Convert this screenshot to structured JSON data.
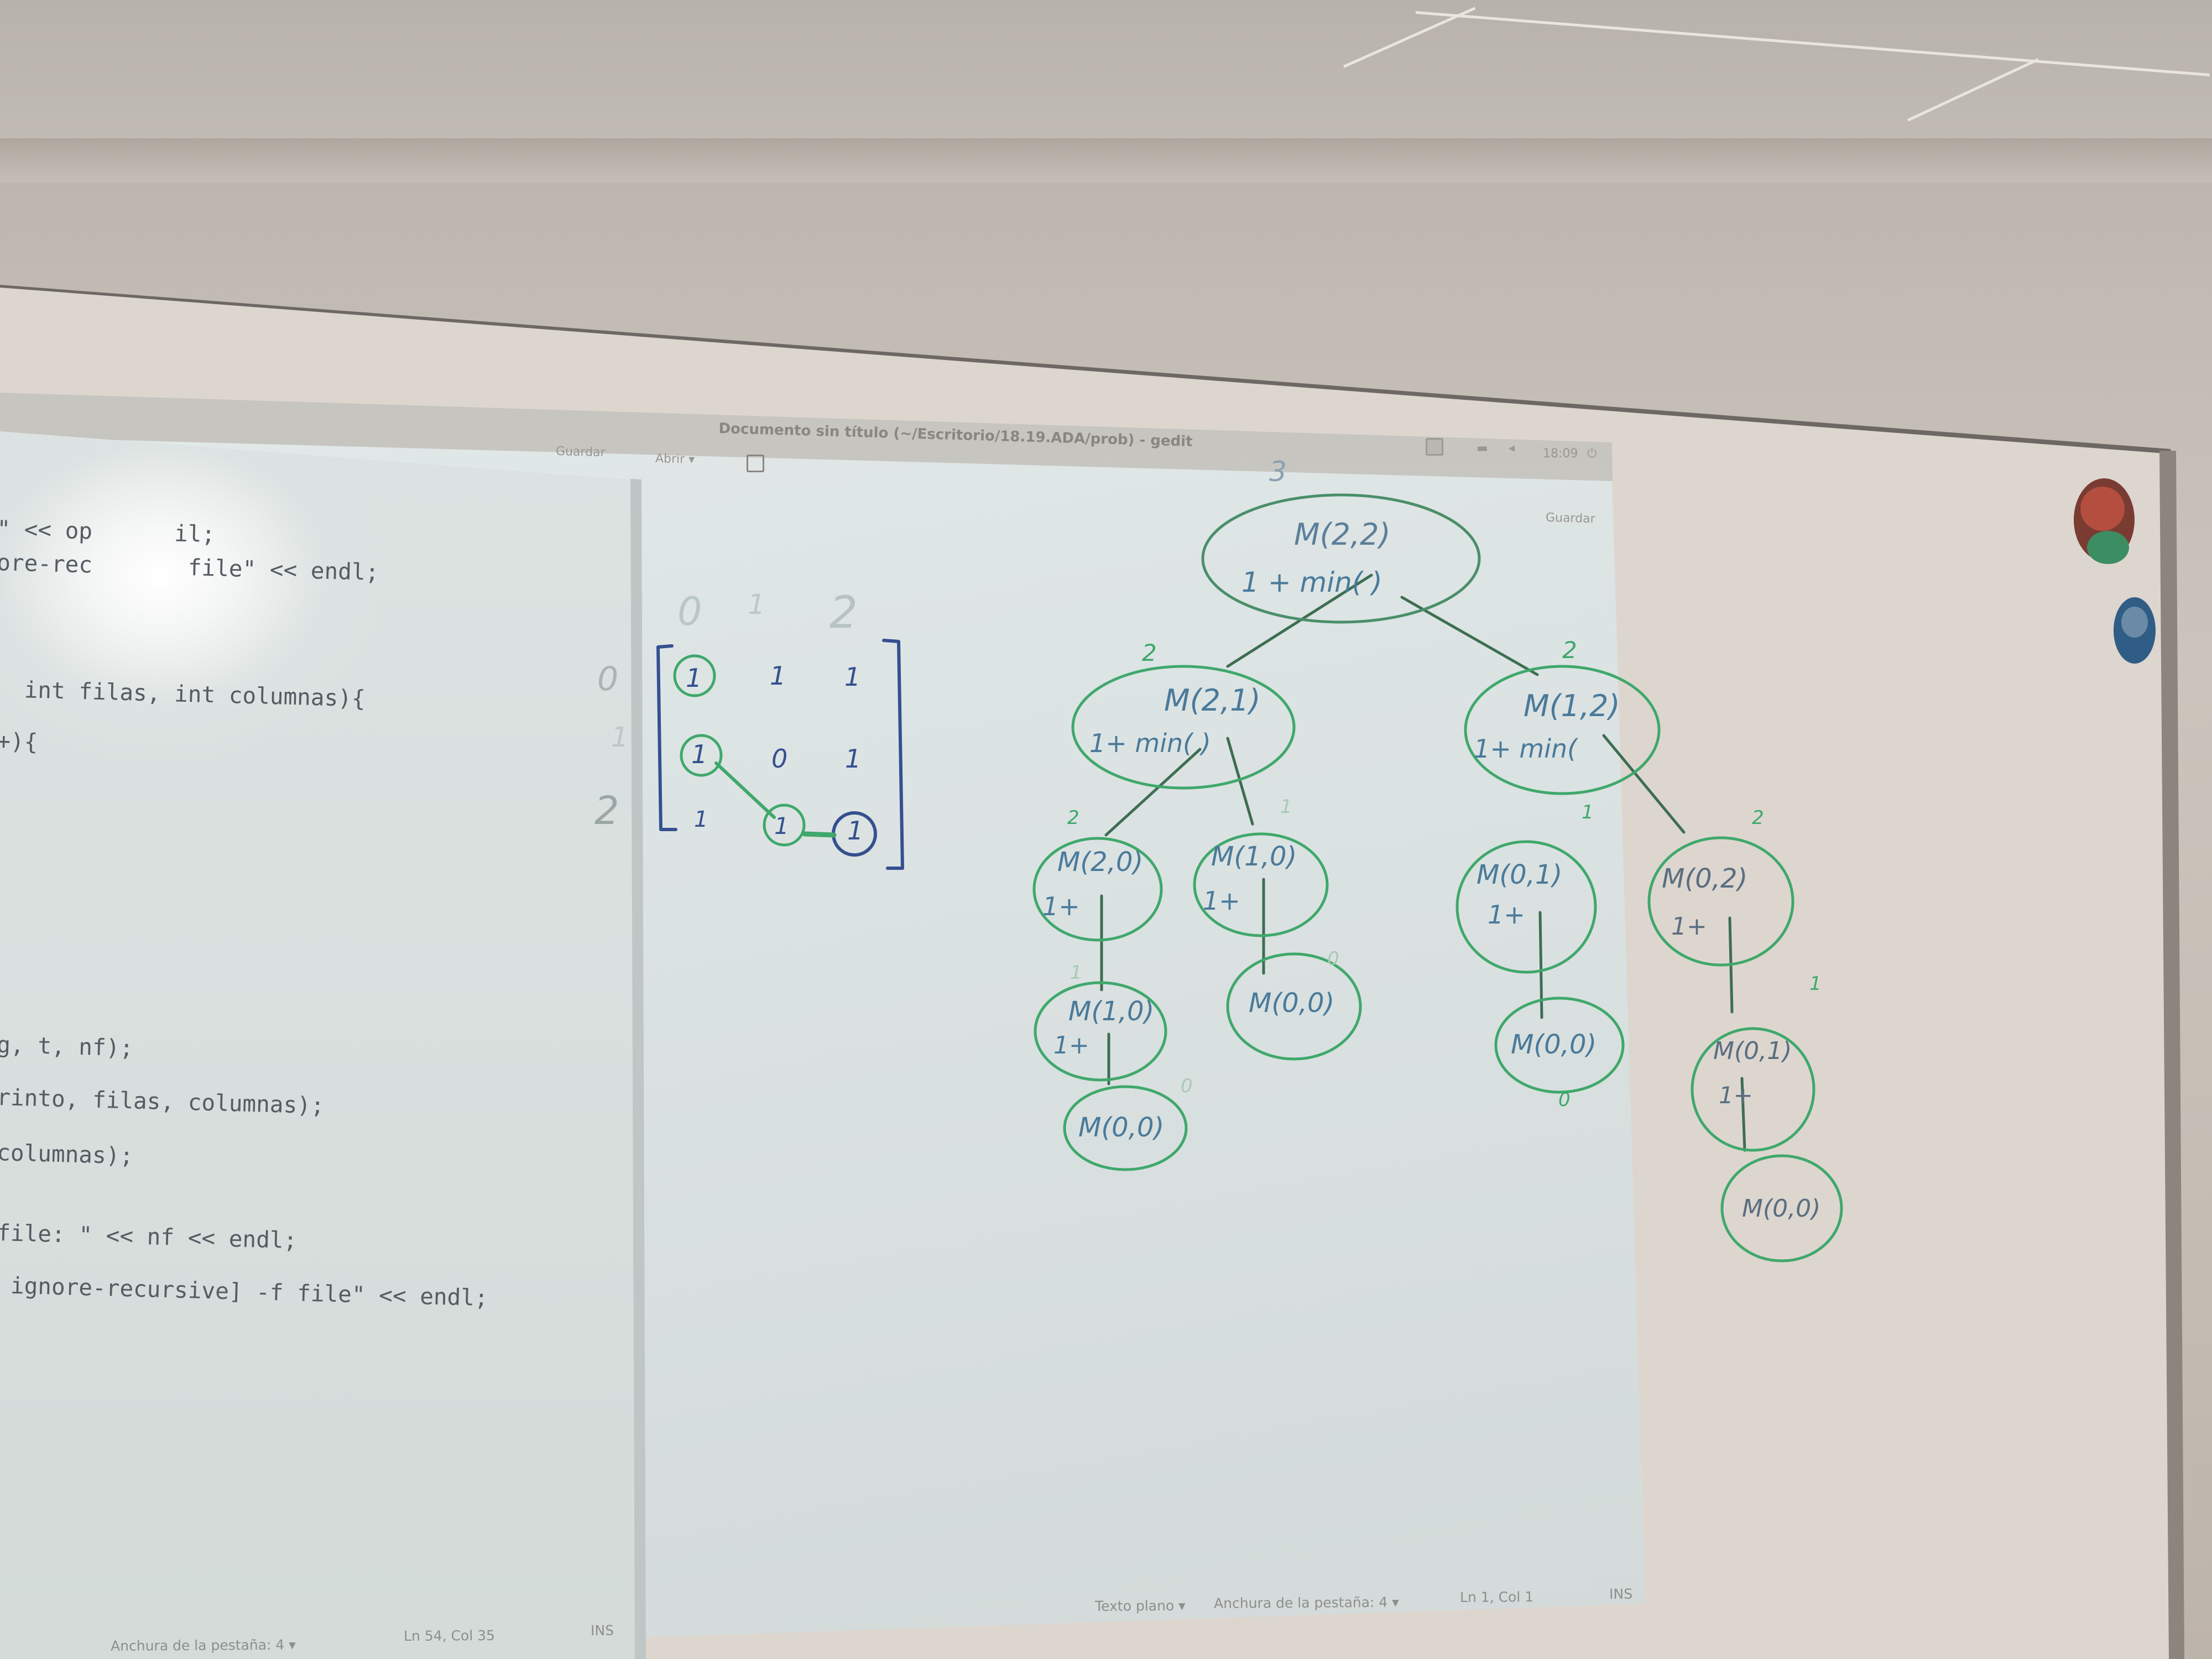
{
  "window": {
    "title": "Documento sin título (~/Escritorio/18.19.ADA/prob) - gedit",
    "toolbar_left_btn": "Guardar",
    "toolbar_open": "Abrir ▾",
    "toolbar_right_btn": "Guardar",
    "clock": "18:09"
  },
  "editor_left": {
    "lines": [
      "\" << op      il;",
      "ore-rec       file\" << endl;",
      "  int filas, int columnas){",
      "+){",
      "g, t, nf);",
      "rinto, filas, columnas);",
      "columnas);",
      "file: \" << nf << endl;",
      " ignore-recursive] -f file\" << endl;"
    ],
    "status": {
      "tab_width": "Anchura de la pestaña: 4 ▾",
      "cursor": "Ln 54, Col 35",
      "mode": "INS"
    }
  },
  "editor_right": {
    "status": {
      "language": "Texto plano ▾",
      "tab_width": "Anchura de la pestaña: 4 ▾",
      "cursor": "Ln 1, Col 1",
      "mode": "INS"
    }
  },
  "colors": {
    "marker_green": "#3fa86b",
    "marker_dark_green": "#2f8a58",
    "marker_blue": "#34508f"
  },
  "whiteboard": {
    "matrix": {
      "col_headers": [
        "0",
        "1",
        "2"
      ],
      "row_headers": [
        "0",
        "1",
        "2"
      ],
      "cells": [
        [
          "1",
          "1",
          "1"
        ],
        [
          "1",
          "0",
          "1"
        ],
        [
          "1",
          "1",
          "1"
        ]
      ]
    },
    "tree": {
      "root": {
        "label": "M(2,2)",
        "expr": "1 + min(   )",
        "cost": "3"
      },
      "level1": [
        {
          "label": "M(2,1)",
          "expr": "1+ min(   )",
          "cost": "2"
        },
        {
          "label": "M(1,2)",
          "expr": "1+ min(",
          "cost": "2"
        }
      ],
      "level2": [
        {
          "label": "M(2,0)",
          "expr": "1+",
          "cost": "2"
        },
        {
          "label": "M(1,0)",
          "expr": "1+",
          "cost": "1"
        },
        {
          "label": "M(0,1)",
          "expr": "1+",
          "cost": "1"
        },
        {
          "label": "M(0,2)",
          "expr": "1+",
          "cost": "2"
        }
      ],
      "level3": [
        {
          "label": "M(1,0)",
          "expr": "1+",
          "cost": "1"
        },
        {
          "label": "M(0,0)",
          "cost": "0"
        },
        {
          "label": "M(0,0)",
          "cost": "0"
        },
        {
          "label": "M(0,1)",
          "expr": "1+",
          "cost": "1"
        }
      ],
      "level4": [
        {
          "label": "M(0,0)",
          "cost": "0"
        },
        {
          "label": "M(0,0)",
          "cost": ""
        }
      ]
    }
  }
}
